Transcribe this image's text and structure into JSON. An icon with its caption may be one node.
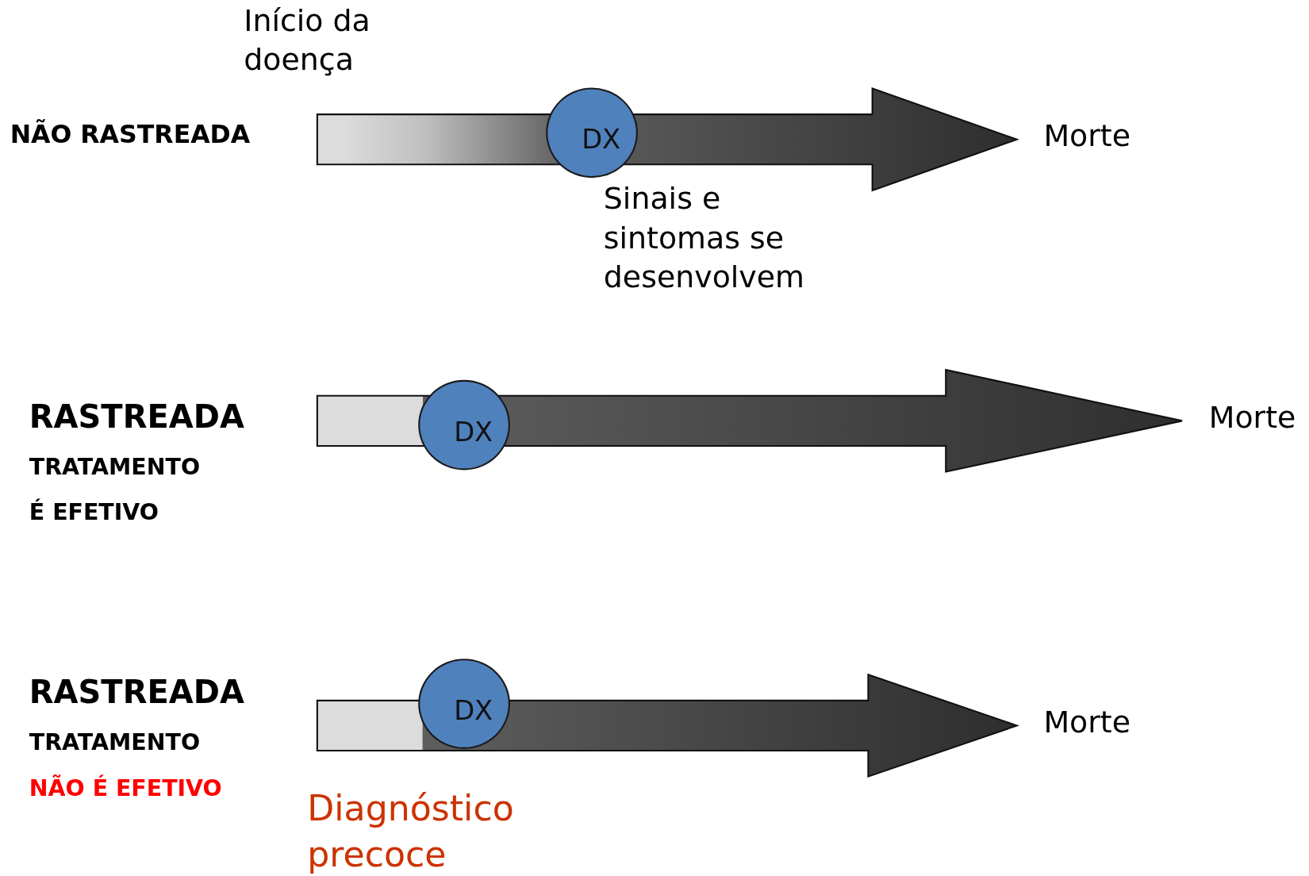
{
  "diagram": {
    "nodes": [
      {
        "text": [
          "DX"
        ]
      },
      {
        "text": [
          "Morte"
        ]
      },
      {
        "text": [
          "DX"
        ]
      },
      {
        "text": [
          "Morte"
        ]
      },
      {
        "text": [
          "DX"
        ]
      },
      {
        "text": [
          "Morte"
        ]
      }
    ],
    "edges": [
      {
        "from": null,
        "to": 1,
        "arrow": "to"
      },
      {
        "from": null,
        "to": 3,
        "arrow": "to"
      },
      {
        "from": null,
        "to": 5,
        "arrow": "to"
      }
    ],
    "labels": [
      "Início da doença",
      "NÃO RASTREADA",
      "Sinais e sintomas se desenvolvem",
      "RASTREADA",
      "TRATAMENTO",
      "É EFETIVO",
      "RASTREADA",
      "TRATAMENTO",
      "NÃO É EFETIVO",
      "Diagnóstico precoce"
    ]
  }
}
